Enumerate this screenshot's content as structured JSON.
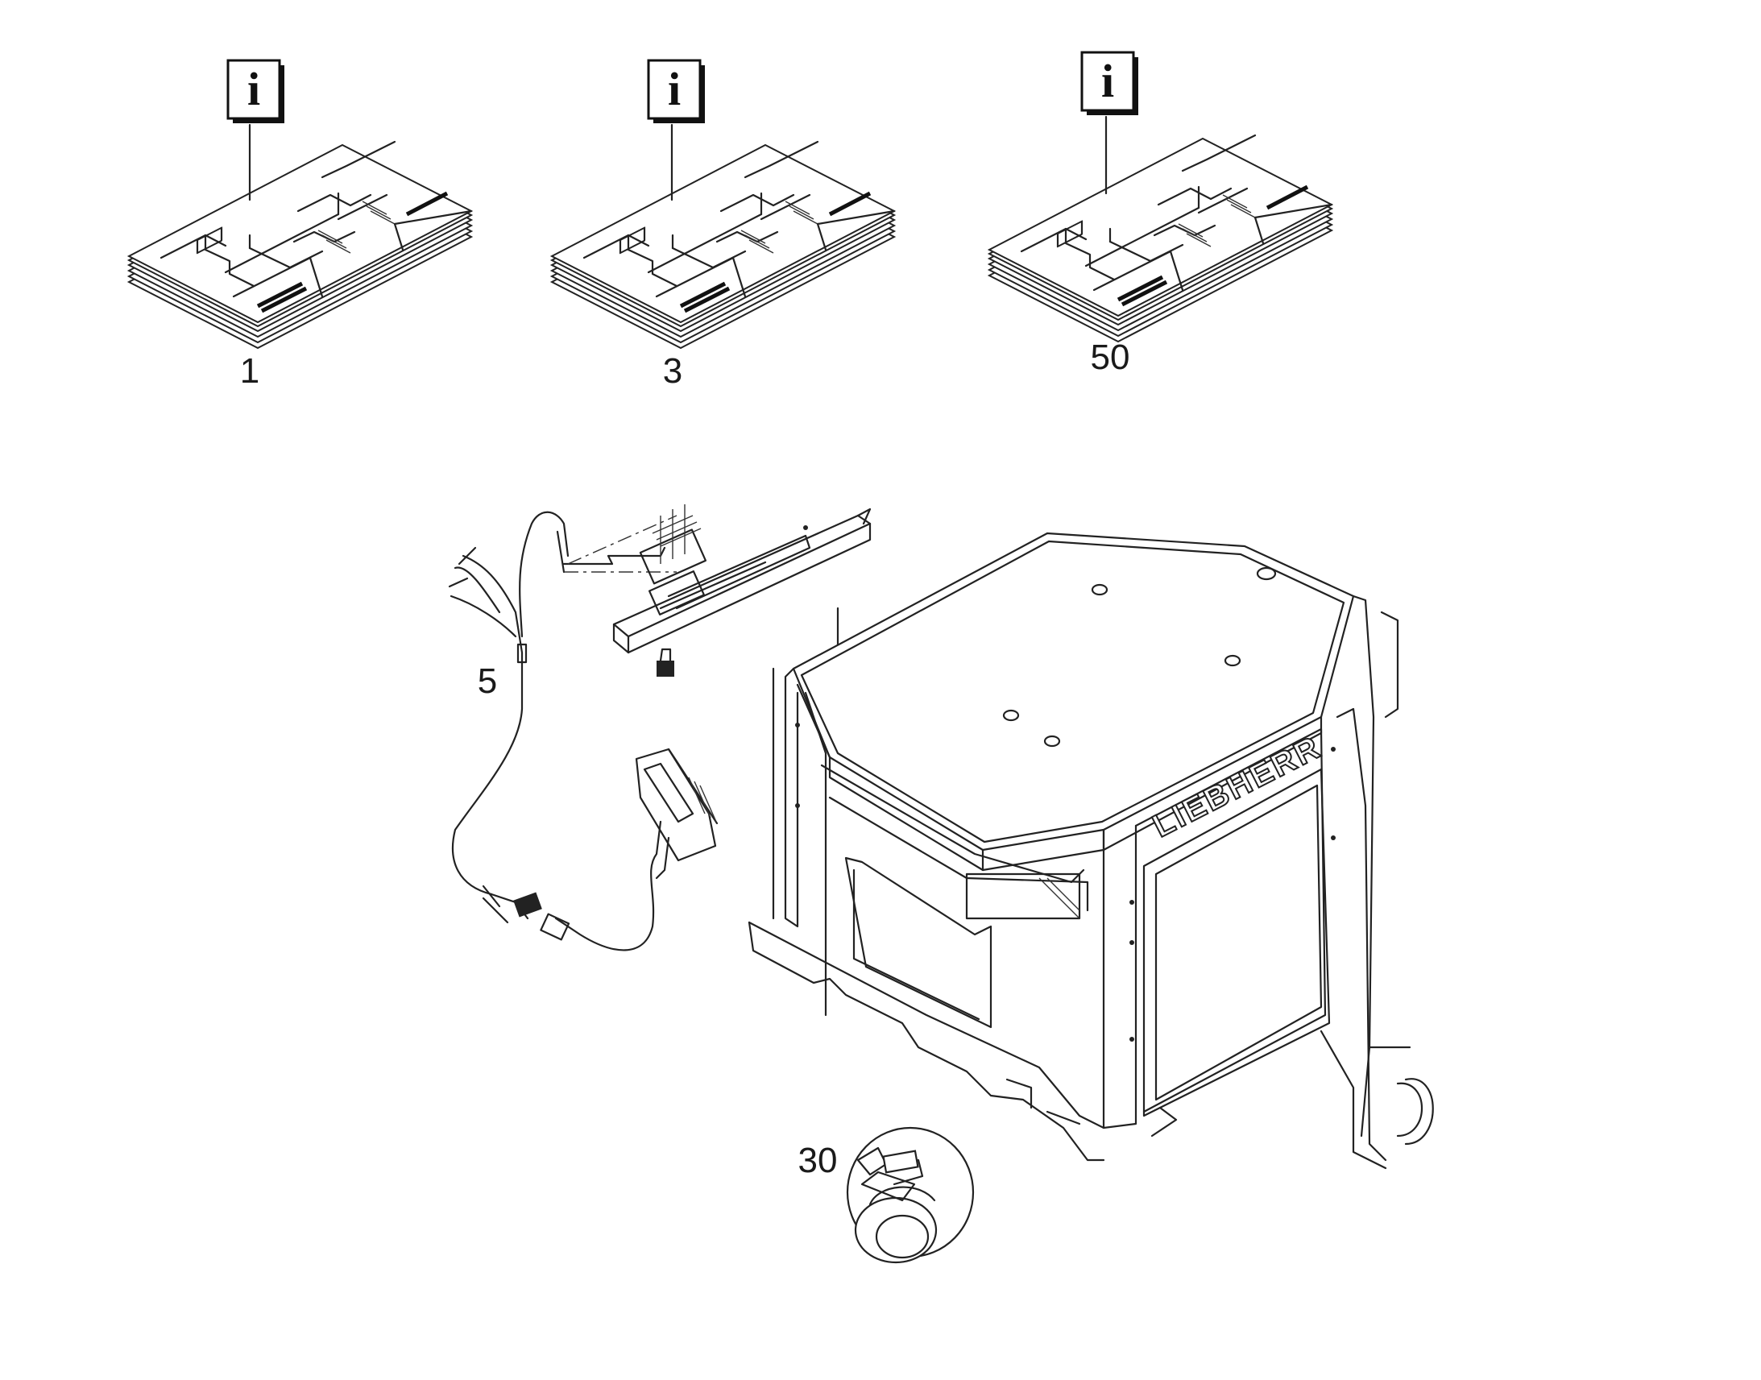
{
  "diagram": {
    "info_icons": [
      {
        "letter": "i"
      },
      {
        "letter": "i"
      },
      {
        "letter": "i"
      }
    ],
    "callouts": [
      {
        "id": "manual-1",
        "label": "1"
      },
      {
        "id": "manual-3",
        "label": "3"
      },
      {
        "id": "manual-50",
        "label": "50"
      },
      {
        "id": "harness-5",
        "label": "5"
      },
      {
        "id": "beacon-30",
        "label": "30"
      }
    ],
    "cab_logo": "LIEBHERR"
  }
}
